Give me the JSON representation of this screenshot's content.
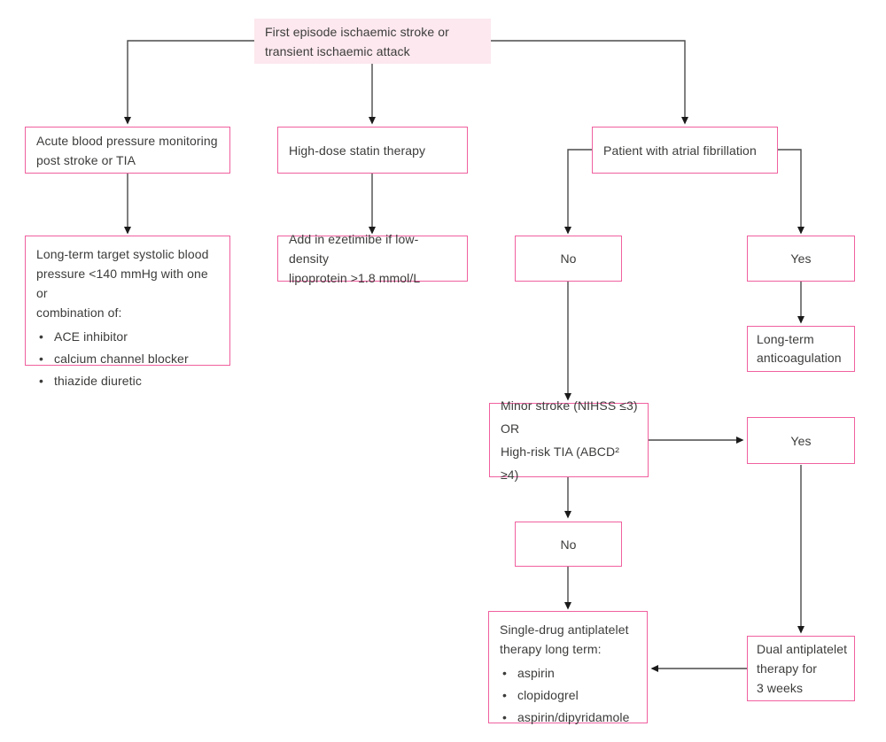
{
  "diagram": {
    "kind": "clinical-flowchart",
    "topic": "Secondary prevention after first ischaemic stroke or TIA"
  },
  "colors": {
    "box_border": "#f0609f",
    "start_fill": "#fce8ee",
    "text": "#3c3c3b",
    "connector": "#4a4a4a",
    "arrowhead": "#1a1a1a",
    "background": "#ffffff"
  },
  "nodes": {
    "start": {
      "lines": [
        "First episode ischaemic stroke or",
        "transient ischaemic attack"
      ]
    },
    "acute_bp": {
      "lines": [
        "Acute blood pressure monitoring",
        "post stroke or TIA"
      ]
    },
    "statin": {
      "text": "High-dose statin therapy"
    },
    "atrial_fibrillation": {
      "text": "Patient with atrial fibrillation"
    },
    "bp_long_term": {
      "lines": [
        "Long-term target systolic blood",
        "pressure <140 mmHg with one or",
        "combination of:"
      ],
      "items": [
        "ACE inhibitor",
        "calcium channel blocker",
        "thiazide diuretic"
      ]
    },
    "ezetimibe": {
      "lines": [
        "Add in ezetimibe if low-density",
        "lipoprotein >1.8 mmol/L"
      ]
    },
    "af_no": {
      "text": "No"
    },
    "af_yes": {
      "text": "Yes"
    },
    "anticoagulation": {
      "lines": [
        "Long-term",
        "anticoagulation"
      ]
    },
    "minor_stroke": {
      "lines": [
        "Minor stroke (NIHSS ≤3)",
        "OR",
        "High-risk TIA (ABCD² ≥4)"
      ]
    },
    "minor_yes": {
      "text": "Yes"
    },
    "minor_no": {
      "text": "No"
    },
    "single_drug": {
      "lines": [
        "Single-drug antiplatelet",
        "therapy long term:"
      ],
      "items": [
        "aspirin",
        "clopidogrel",
        "aspirin/dipyridamole"
      ]
    },
    "dual_antiplatelet": {
      "lines": [
        "Dual antiplatelet",
        "therapy for",
        "3 weeks"
      ]
    }
  }
}
